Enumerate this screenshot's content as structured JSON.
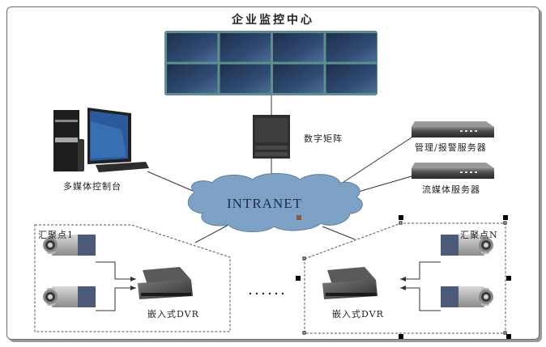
{
  "title": "企业监控中心",
  "nodes": {
    "video_wall": {
      "label": "",
      "rows": 2,
      "cols": 4
    },
    "matrix": {
      "label": "数字矩阵"
    },
    "console": {
      "label": "多媒体控制台"
    },
    "mgmt_server": {
      "label": "管理/报警服务器"
    },
    "stream_server": {
      "label": "流媒体服务器"
    },
    "network": {
      "label": "INTRANET"
    },
    "group1": {
      "label": "汇聚点1",
      "dvr_label": "嵌入式DVR"
    },
    "groupN": {
      "label": "汇聚点N",
      "dvr_label": "嵌入式DVR"
    },
    "ellipsis": {
      "label": "……"
    }
  },
  "colors": {
    "cloud": "#7ea2c6",
    "screen": "#2d4468",
    "screen_border": "#5f9c96",
    "device": "#3a3a3a",
    "dashed": "#555555"
  }
}
